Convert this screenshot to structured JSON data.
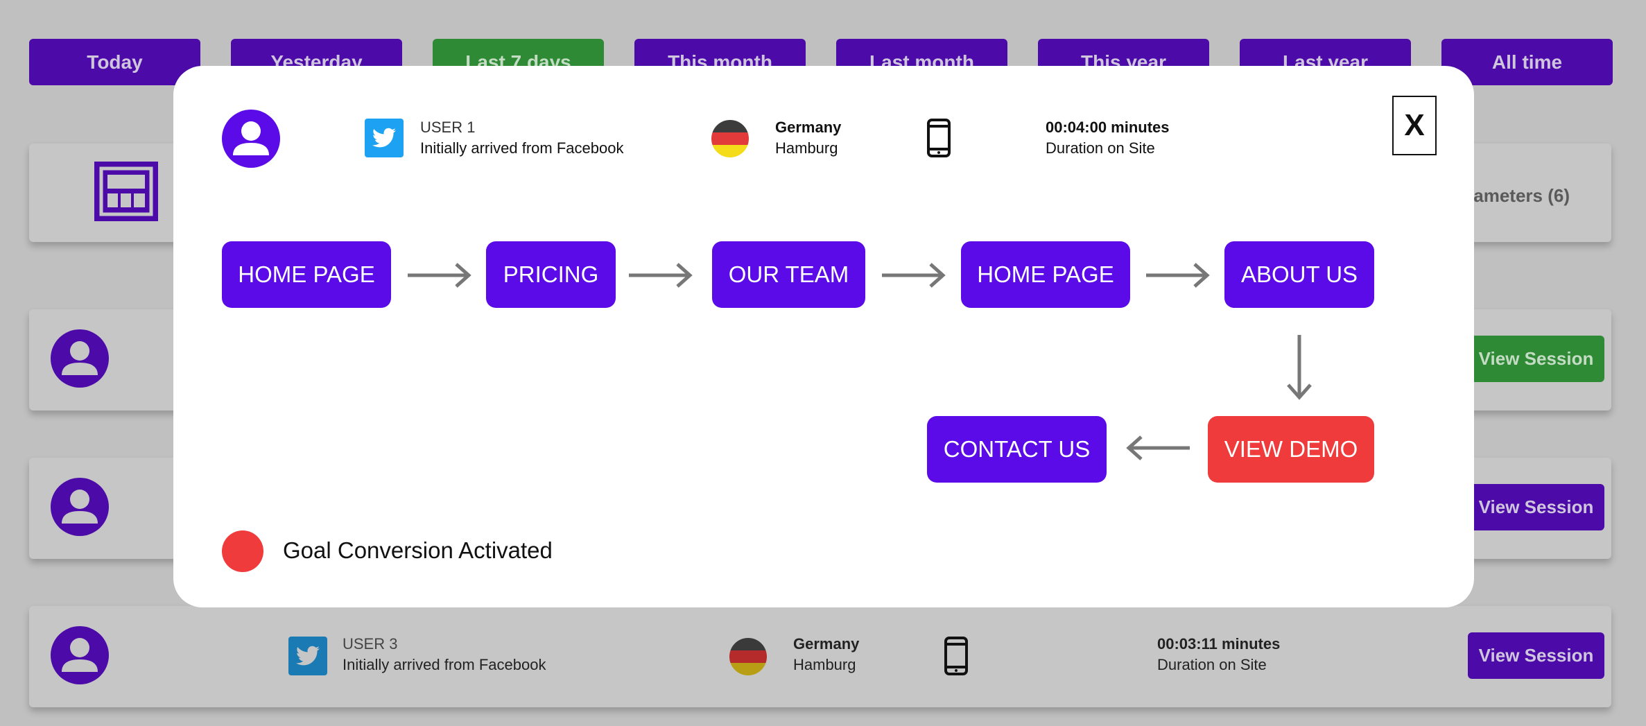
{
  "filters": [
    {
      "label": "Today",
      "active": false
    },
    {
      "label": "Yesterday",
      "active": false
    },
    {
      "label": "Last 7 days",
      "active": true
    },
    {
      "label": "This month",
      "active": false
    },
    {
      "label": "Last month",
      "active": false
    },
    {
      "label": "This year",
      "active": false
    },
    {
      "label": "Last year",
      "active": false
    },
    {
      "label": "All time",
      "active": false
    }
  ],
  "params_label": "ameters (6)",
  "sessions": [
    {
      "view_label": "View Session",
      "status_color": "#2f8a36"
    },
    {
      "view_label": "View Session",
      "status_color": "#4c0ba8"
    },
    {
      "user": "USER 3",
      "source": "Initially arrived from Facebook",
      "country": "Germany",
      "city": "Hamburg",
      "duration": "00:03:11 minutes",
      "duration_label": "Duration on Site",
      "view_label": "View Session"
    }
  ],
  "modal": {
    "close_label": "X",
    "user": "USER 1",
    "source": "Initially arrived from Facebook",
    "source_icon": "twitter-icon",
    "country": "Germany",
    "city": "Hamburg",
    "device_icon": "mobile-phone-icon",
    "duration": "00:04:00 minutes",
    "duration_label": "Duration on Site",
    "journey": [
      "HOME PAGE",
      "PRICING",
      "OUR TEAM",
      "HOME PAGE",
      "ABOUT US",
      "VIEW DEMO",
      "CONTACT US"
    ],
    "goal_label": "Goal Conversion Activated",
    "goal_color": "#ef3b3b"
  },
  "colors": {
    "brand_purple": "#5a0be8",
    "goal_red": "#ef3b3b",
    "active_green": "#2f8a36",
    "twitter_blue": "#1da1f2"
  }
}
